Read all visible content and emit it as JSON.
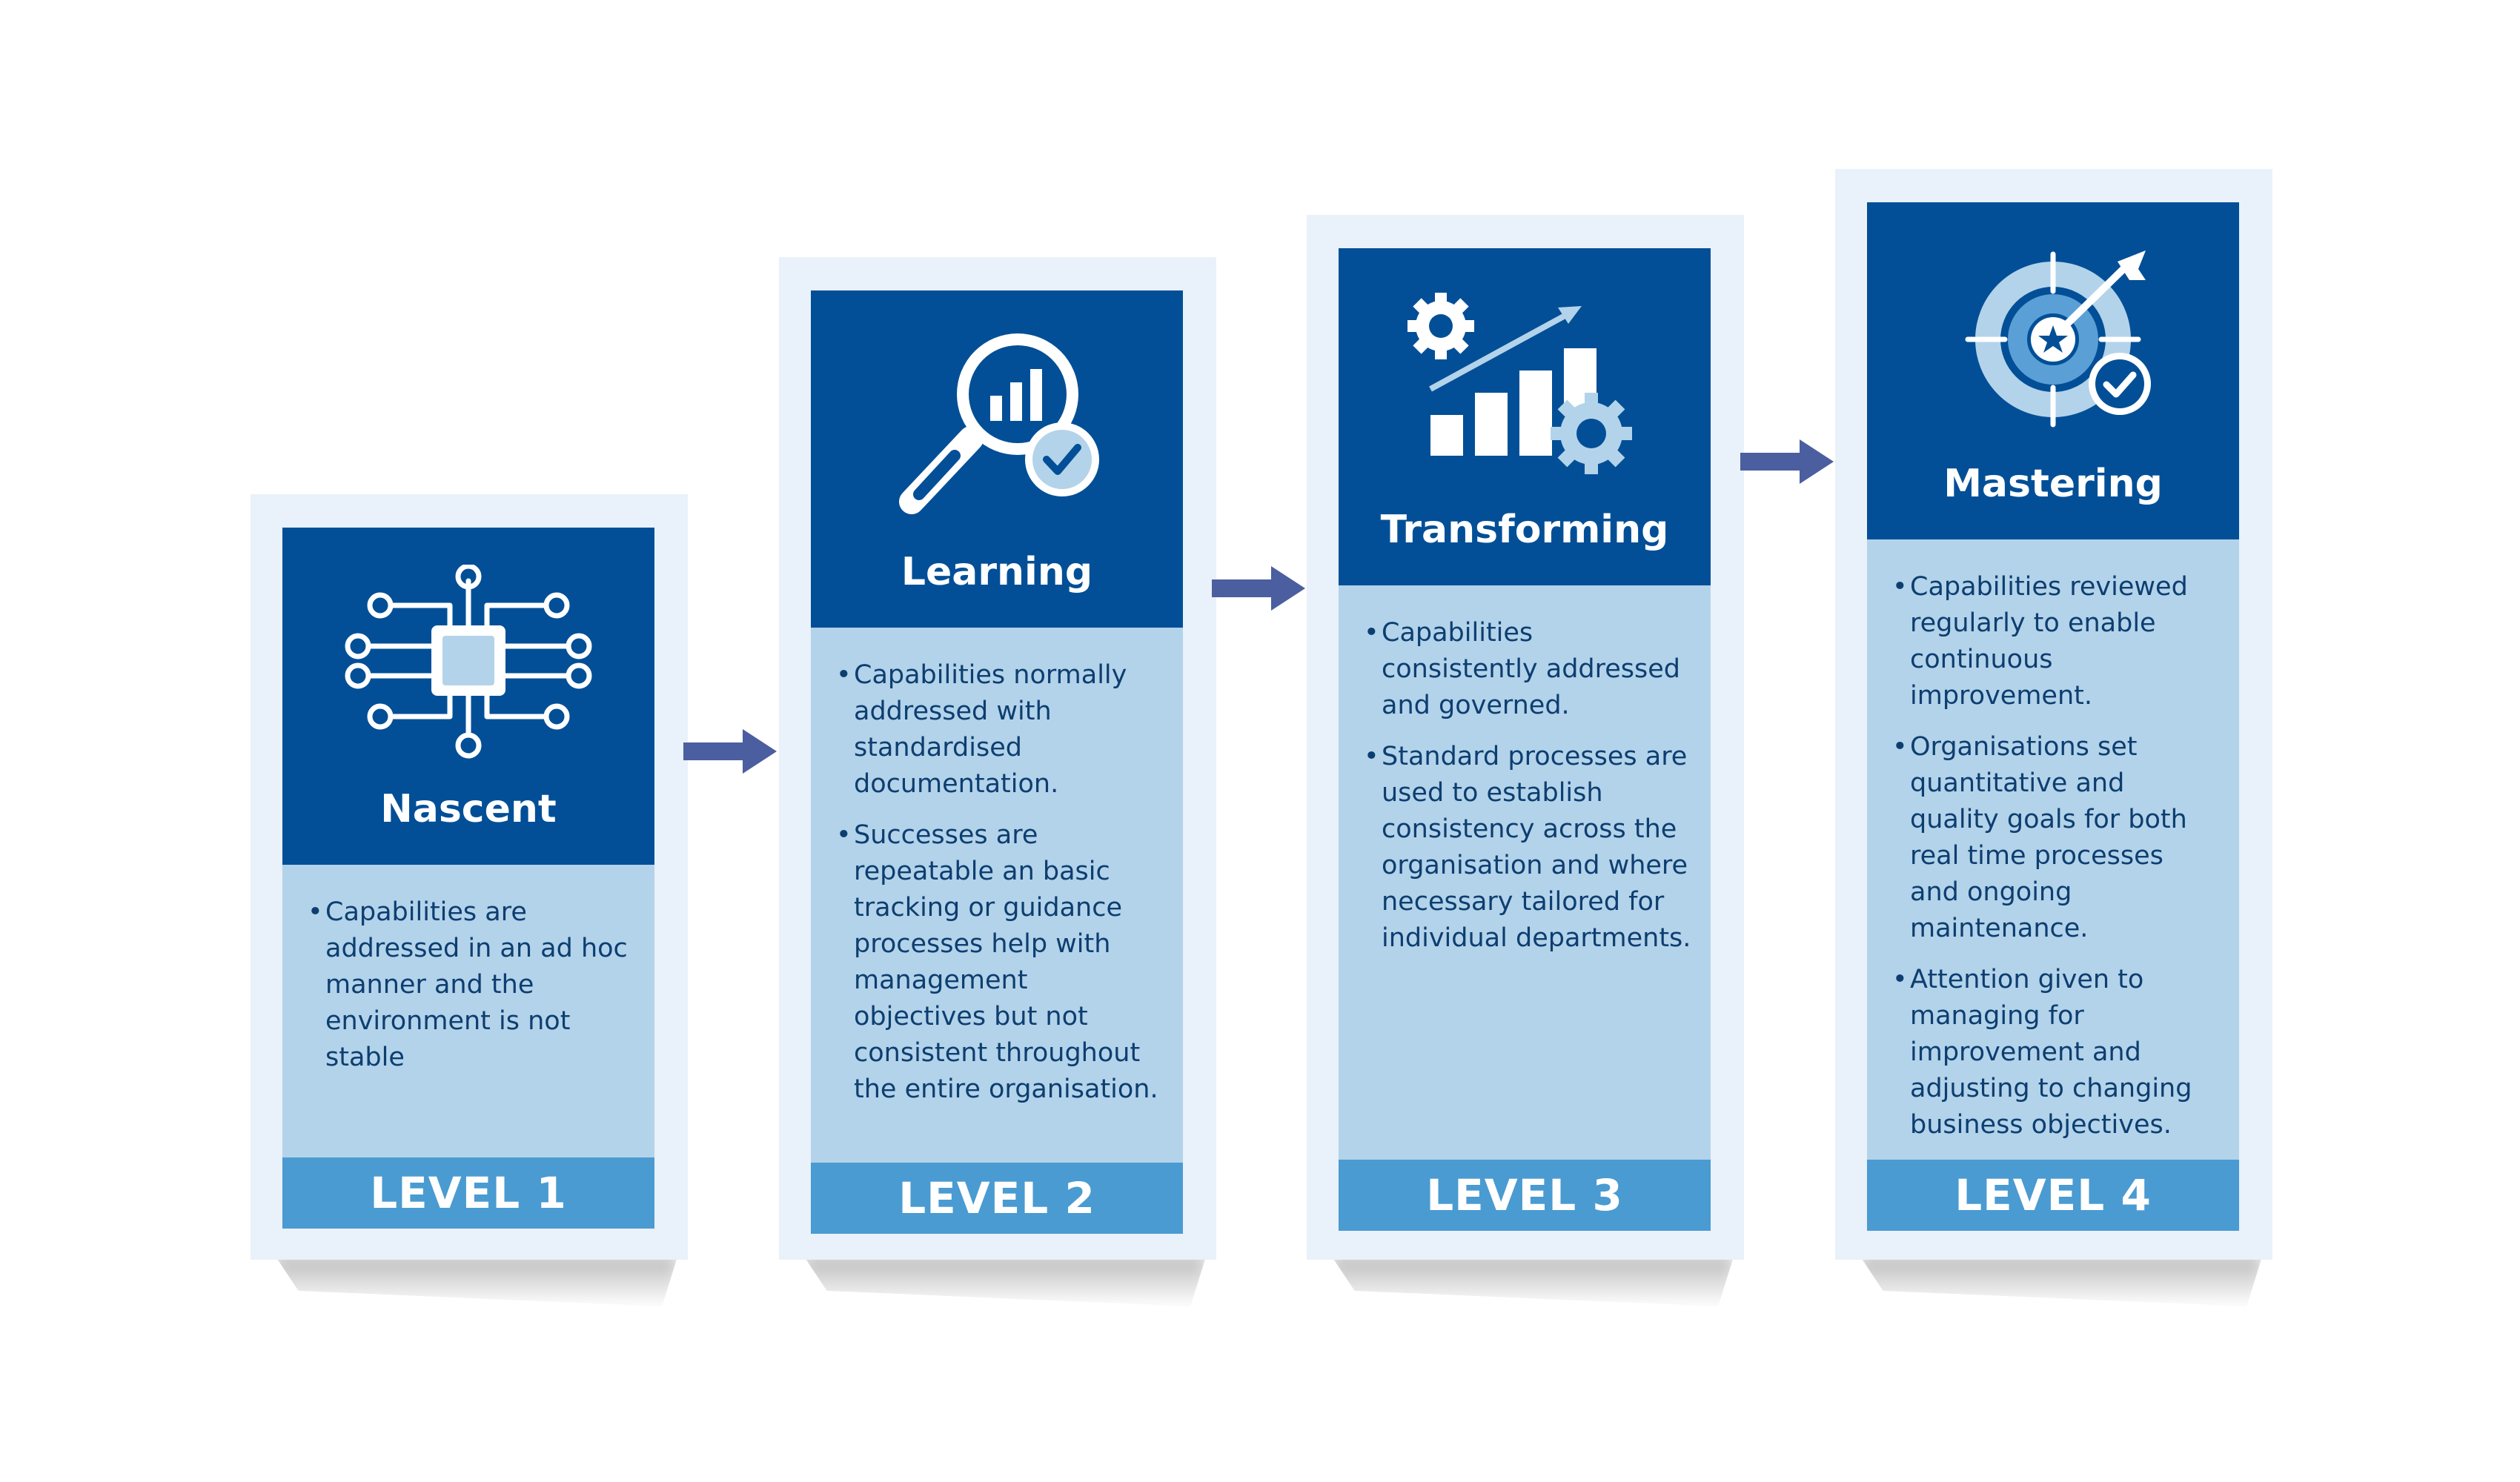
{
  "levels": [
    {
      "title": "Nascent",
      "level_label": "LEVEL 1",
      "icon": "circuit-chip-icon",
      "bullets": [
        "Capabilities are addressed in an ad hoc manner and the environment is not stable"
      ]
    },
    {
      "title": "Learning",
      "level_label": "LEVEL 2",
      "icon": "magnifier-chart-check-icon",
      "bullets": [
        "Capabilities normally addressed with standardised documentation.",
        "Successes are repeatable an basic tracking or guidance processes help with management objectives but not consistent throughout the entire organisation."
      ]
    },
    {
      "title": "Transforming",
      "level_label": "LEVEL 3",
      "icon": "gears-growth-chart-icon",
      "bullets": [
        "Capabilities consistently addressed and governed.",
        " Standard processes are used to establish consistency across the organisation and where necessary tailored for individual departments."
      ]
    },
    {
      "title": "Mastering",
      "level_label": "LEVEL 4",
      "icon": "target-arrow-check-icon",
      "bullets": [
        "Capabilities reviewed regularly to enable continuous improvement.",
        "Organisations set quantitative and quality goals for both real time processes and ongoing maintenance.",
        "Attention given to managing for improvement and adjusting to changing business objectives."
      ]
    }
  ],
  "colors": {
    "header_blue": "#024f97",
    "body_light_blue": "#b3d3ea",
    "level_bar_blue": "#4a9bd1",
    "card_border": "#e9f1fa",
    "arrow": "#4b5e9f",
    "text_dark": "#0d3e70"
  }
}
